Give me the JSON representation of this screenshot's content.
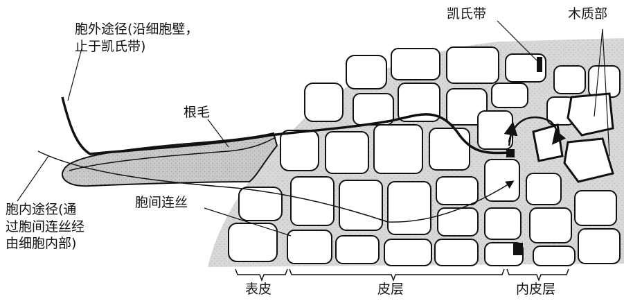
{
  "labels": {
    "apoplast": [
      "胞外途径(沿细胞壁，",
      "止于凯氏带)"
    ],
    "root_hair": "根毛",
    "casparian_strip": "凯氏带",
    "xylem": "木质部",
    "symplast": [
      "胞内途径(通",
      "过胞间连丝经",
      "由细胞内部)"
    ],
    "plasmodesmata": "胞间连丝",
    "epidermis": "表皮",
    "cortex": "皮层",
    "endodermis": "内皮层"
  }
}
